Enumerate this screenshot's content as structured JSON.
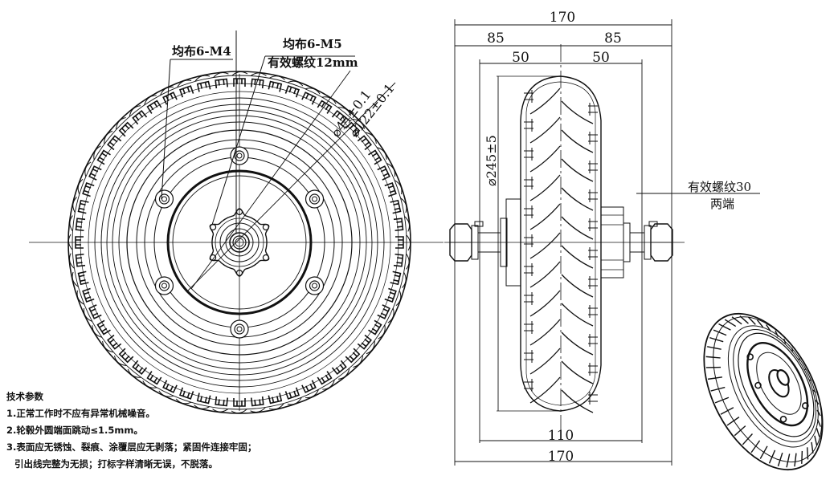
{
  "drawing": {
    "front_view": {
      "callouts": {
        "m4_bolts": "均布6-M4",
        "m5_bolts_line1": "均布6-M5",
        "m5_bolts_line2": "有效螺纹12mm",
        "dia_44": "⌀44±0.1",
        "dia_122": "⌀122±0.1"
      },
      "bolt_counts": {
        "outer_ring": 6,
        "hub_flange": 6
      },
      "tread_blocks": 56
    },
    "side_view": {
      "dimensions": {
        "overall_top": "170",
        "half_left": "85",
        "half_right": "85",
        "tire_half_left": "50",
        "tire_half_right": "50",
        "tire_width_bottom": "110",
        "overall_bottom": "170",
        "tire_diameter": "⌀245±5"
      },
      "thread_note_line1": "有效螺纹30",
      "thread_note_line2": "两端"
    },
    "iso_view": {
      "label": "isometric-wheel-illustration"
    },
    "technical_notes": {
      "title": "技术参数",
      "items": [
        "1.正常工作时不应有异常机械噪音。",
        "2.轮毂外圆端面跳动≤1.5mm。",
        "3.表面应无锈蚀、裂痕、涂覆层应无剥落；紧固件连接牢固；",
        "引出线完整为无损；打标字样清晰无误，不脱落。"
      ]
    },
    "colors": {
      "line": "#111111",
      "background": "#ffffff"
    }
  }
}
